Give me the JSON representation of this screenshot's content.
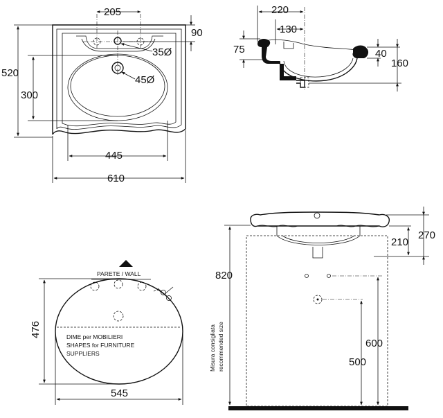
{
  "top_view": {
    "dim_205": "205",
    "dim_90": "90",
    "dim_35": "35Ø",
    "dim_45": "45Ø",
    "dim_520": "520",
    "dim_300": "300",
    "dim_445": "445",
    "dim_610": "610"
  },
  "section_view": {
    "dim_220": "220",
    "dim_130": "130",
    "dim_75": "75",
    "dim_40": "40",
    "dim_160": "160"
  },
  "template_view": {
    "wall_label": "PARETE / WALL",
    "shapes_line1": "DIME per MOBILIERI",
    "shapes_line2": "SHAPES for FURNITURE",
    "shapes_line3": "SUPPLIERS",
    "dim_476": "476",
    "dim_545": "545"
  },
  "installation_view": {
    "dim_820": "820",
    "dim_270": "270",
    "dim_210": "210",
    "dim_600": "600",
    "dim_500": "500",
    "recommended_line1": "Misura consigliata",
    "recommended_line2": "recommended size"
  }
}
